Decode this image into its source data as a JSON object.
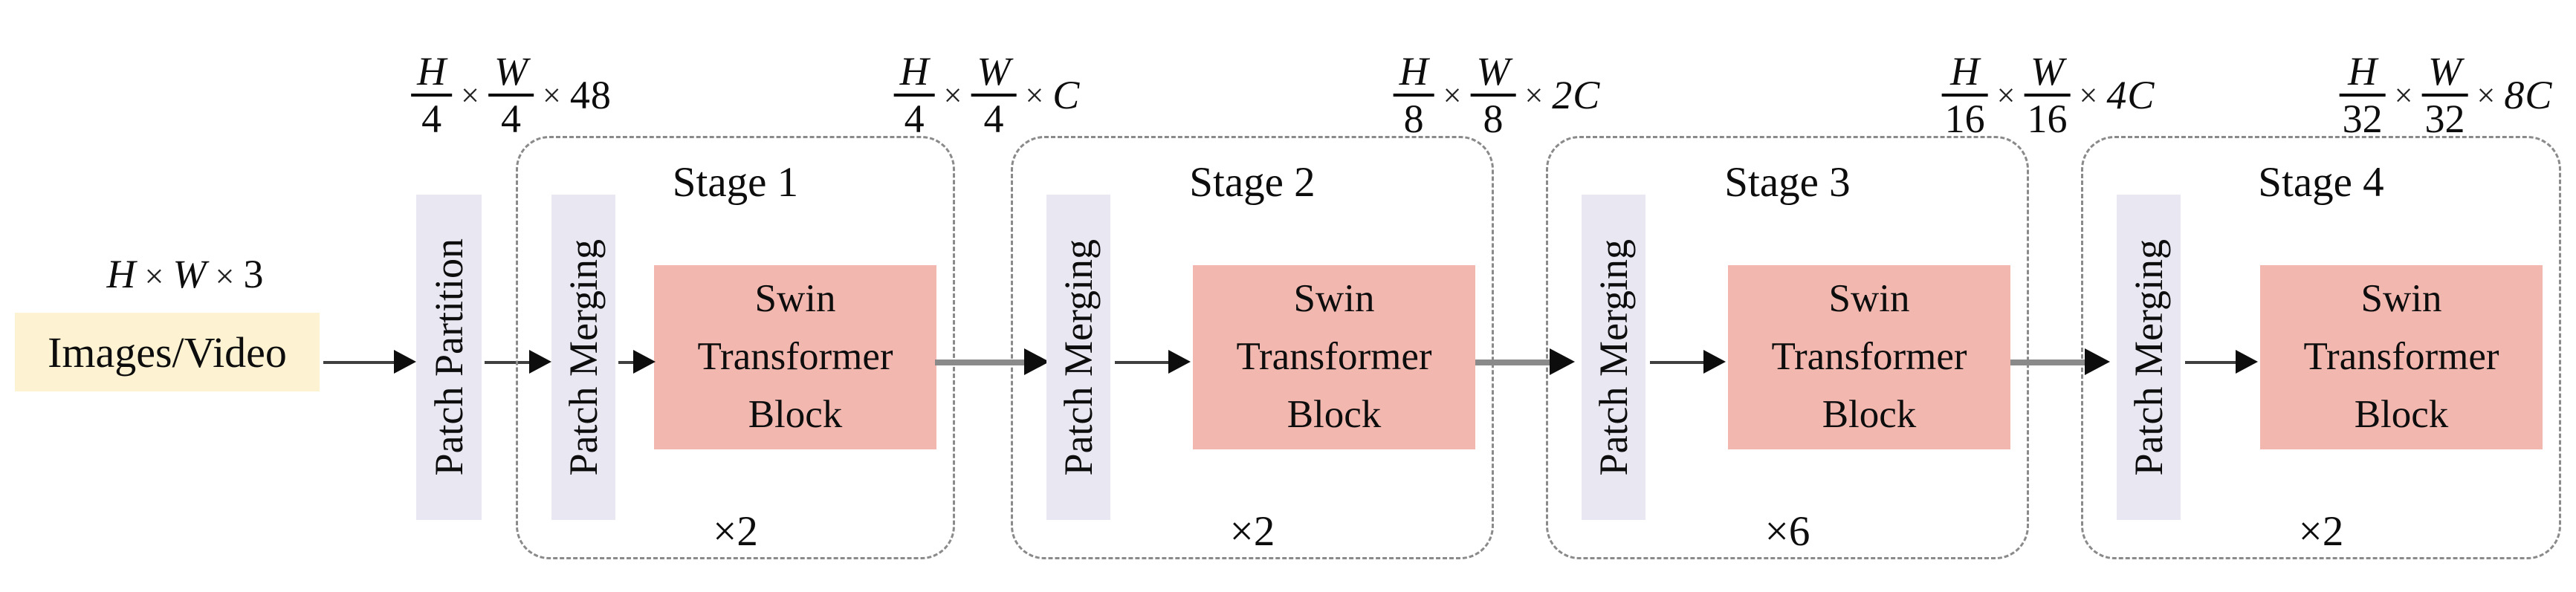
{
  "colors": {
    "cream": "#fdf3d3",
    "lavender": "#e9e7f2",
    "pink": "#f2b8b0",
    "dash_gray": "#8a8a8a",
    "arrow_dark": "#3f3f3f",
    "arrow_gray": "#8a8a8a",
    "text": "#0d0d0d"
  },
  "input": {
    "label": "Images/Video",
    "dim": {
      "h": "H",
      "w": "W",
      "channels": "3",
      "times": "×"
    }
  },
  "patch_partition": {
    "label": "Patch Partition"
  },
  "stages": [
    {
      "title": "Stage 1",
      "merging_label": "Patch Merging",
      "block_label": "Swin Transformer Block",
      "multiplier": "×2"
    },
    {
      "title": "Stage 2",
      "merging_label": "Patch Merging",
      "block_label": "Swin Transformer Block",
      "multiplier": "×2"
    },
    {
      "title": "Stage 3",
      "merging_label": "Patch Merging",
      "block_label": "Swin Transformer Block",
      "multiplier": "×6"
    },
    {
      "title": "Stage 4",
      "merging_label": "Patch Merging",
      "block_label": "Swin Transformer Block",
      "multiplier": "×2"
    }
  ],
  "dim_labels": [
    {
      "h": "H",
      "h_den": "4",
      "w": "W",
      "w_den": "4",
      "times": "×",
      "factor": "48"
    },
    {
      "h": "H",
      "h_den": "4",
      "w": "W",
      "w_den": "4",
      "times": "×",
      "factor": "C"
    },
    {
      "h": "H",
      "h_den": "8",
      "w": "W",
      "w_den": "8",
      "times": "×",
      "factor": "2C"
    },
    {
      "h": "H",
      "h_den": "16",
      "w": "W",
      "w_den": "16",
      "times": "×",
      "factor": "4C"
    },
    {
      "h": "H",
      "h_den": "32",
      "w": "W",
      "w_den": "32",
      "times": "×",
      "factor": "8C"
    }
  ]
}
